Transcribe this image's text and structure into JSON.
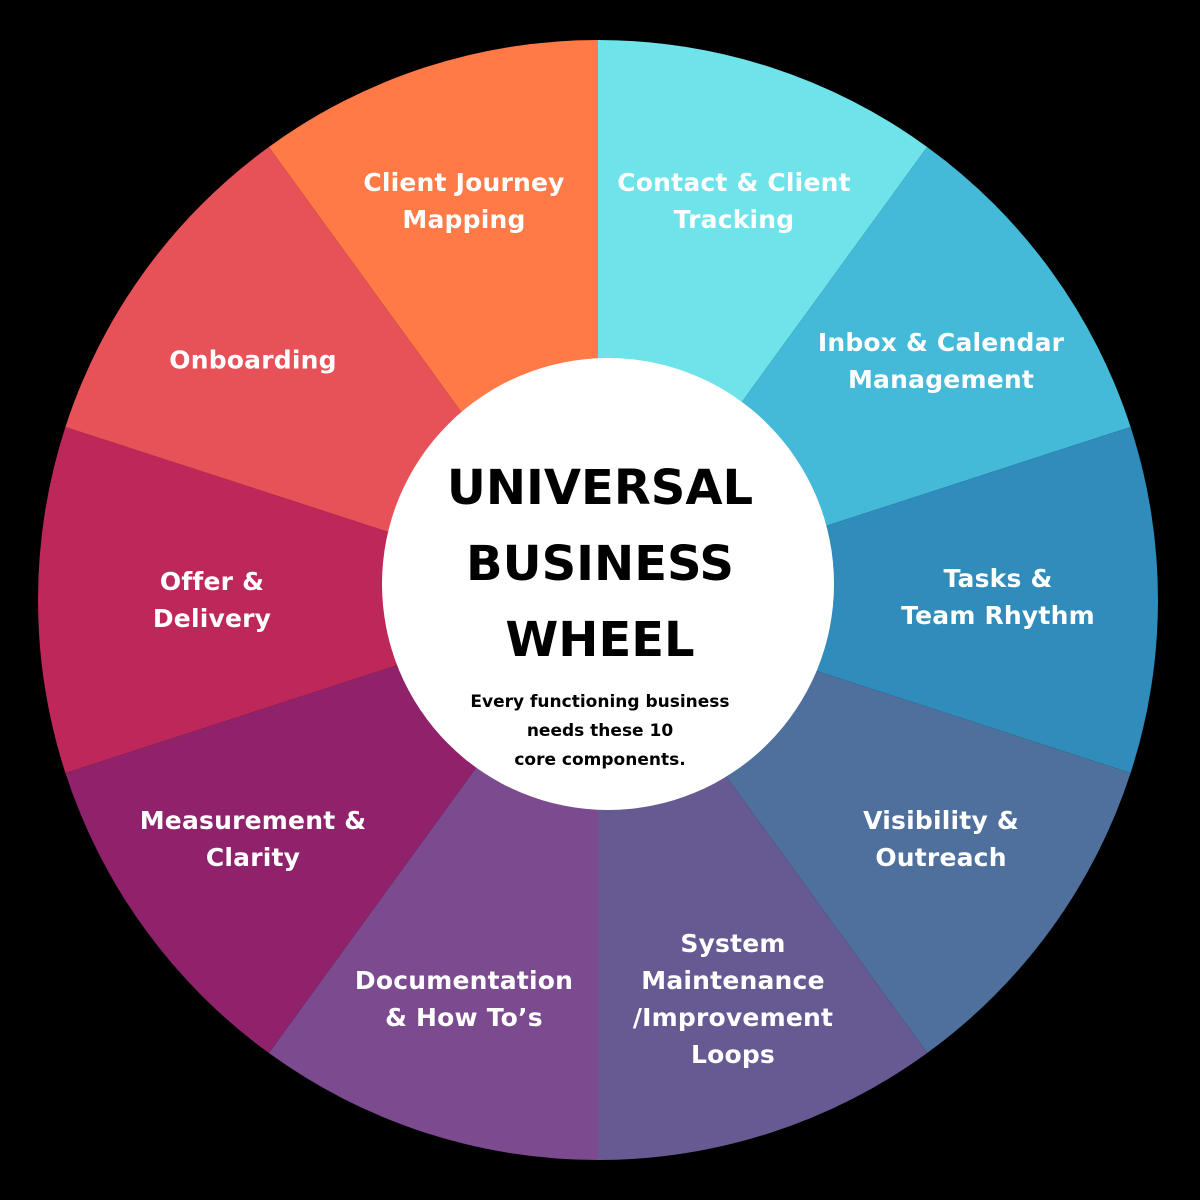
{
  "hub": {
    "title": "UNIVERSAL\nBUSINESS\nWHEEL",
    "subtitle": "Every functioning business\nneeds these 10\ncore components.",
    "fill": "#ffffff"
  },
  "background": "#000000",
  "segments": [
    {
      "label": "Contact & Client\nTracking",
      "color": "#6EE3E9"
    },
    {
      "label": "Inbox & Calendar\nManagement",
      "color": "#45B9D8"
    },
    {
      "label": "Tasks &\nTeam Rhythm",
      "color": "#2F8CBB"
    },
    {
      "label": "Visibility &\nOutreach",
      "color": "#4F709C"
    },
    {
      "label": "System\nMaintenance\n/Improvement\nLoops",
      "color": "#675A93"
    },
    {
      "label": "Documentation\n& How To’s",
      "color": "#7C4A8F"
    },
    {
      "label": "Measurement &\nClarity",
      "color": "#8F226B"
    },
    {
      "label": "Offer &\nDelivery",
      "color": "#BE2759"
    },
    {
      "label": "Onboarding",
      "color": "#E75158"
    },
    {
      "label": "Client Journey\nMapping",
      "color": "#FF7A47"
    }
  ]
}
